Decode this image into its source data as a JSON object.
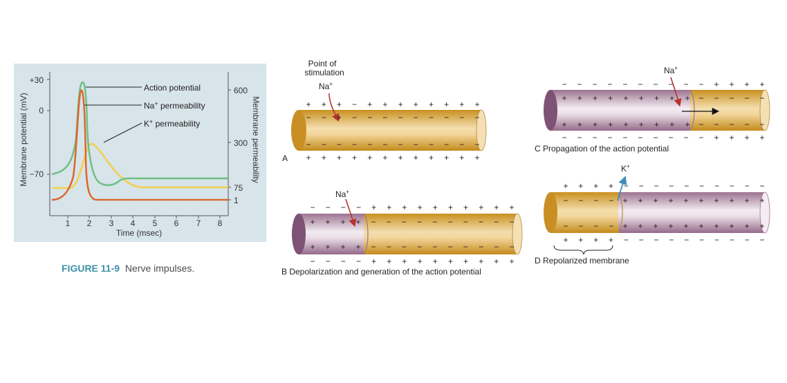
{
  "graph": {
    "y_left_title": "Membrane potential (mV)",
    "y_right_title": "Membrane permeability",
    "x_title": "Time (msec)",
    "y_left_ticks": [
      "+30",
      "0",
      "−70"
    ],
    "y_right_ticks": [
      "600",
      "300",
      "75",
      "1"
    ],
    "x_ticks": [
      "1",
      "2",
      "3",
      "4",
      "5",
      "6",
      "7",
      "8"
    ],
    "legend": {
      "action_potential": "Action  potential",
      "na_perm_prefix": "Na",
      "na_perm_suffix": " permeability",
      "k_perm_prefix": "K",
      "k_perm_suffix": " permeability",
      "plus": "+"
    },
    "colors": {
      "background": "#d7e4ea",
      "action_potential": "#6fbf84",
      "na_permeability": "#d9682c",
      "k_permeability": "#f2cf4e"
    }
  },
  "caption": {
    "figure_label": "FIGURE 11-9",
    "text": "Nerve impulses."
  },
  "panels": {
    "a": {
      "letter": "A",
      "point_label_1": "Point of",
      "point_label_2": "stimulation",
      "ion": "Na",
      "ion_charge": "+"
    },
    "b": {
      "caption": "B  Depolarization and generation of the action potential",
      "ion": "Na",
      "ion_charge": "+"
    },
    "c": {
      "caption": "C  Propagation of the action potential",
      "ion": "Na",
      "ion_charge": "+"
    },
    "d": {
      "caption": "D  Repolarized membrane",
      "ion": "K",
      "ion_charge": "+"
    },
    "signs": {
      "plus": "+",
      "minus": "−"
    }
  },
  "colors": {
    "axon_gold": "#d9a544",
    "axon_gold_light": "#f2dcaa",
    "axon_purple": "#a7829c",
    "axon_purple_light": "#ece2ea",
    "axon_cap_purple": "#7e5275",
    "axon_cap_gold": "#c98f24",
    "arrow_red": "#b8322c",
    "arrow_blue": "#3d8db8"
  }
}
